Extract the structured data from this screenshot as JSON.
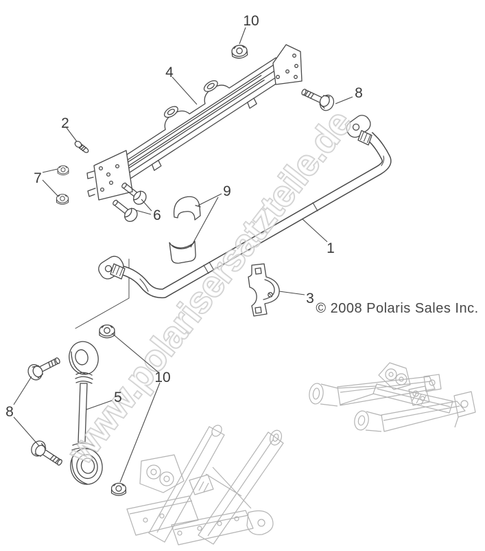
{
  "diagram": {
    "watermark": "www.polarisersatzteile.de",
    "copyright": "© 2008 Polaris Sales Inc.",
    "callouts": [
      {
        "num": "4"
      },
      {
        "num": "10"
      },
      {
        "num": "2"
      },
      {
        "num": "8"
      },
      {
        "num": "7"
      },
      {
        "num": "6"
      },
      {
        "num": "9"
      },
      {
        "num": "1"
      },
      {
        "num": "3"
      },
      {
        "num": "5"
      },
      {
        "num": "10"
      },
      {
        "num": "8"
      }
    ],
    "colors": {
      "line": "#484848",
      "reference_line": "#b3b3b3",
      "label": "#3a3a3a",
      "copyright": "#474747",
      "watermark_fill": "rgba(255,255,255,0.55)",
      "watermark_stroke": "#bdbdbd",
      "background": "#ffffff"
    }
  }
}
